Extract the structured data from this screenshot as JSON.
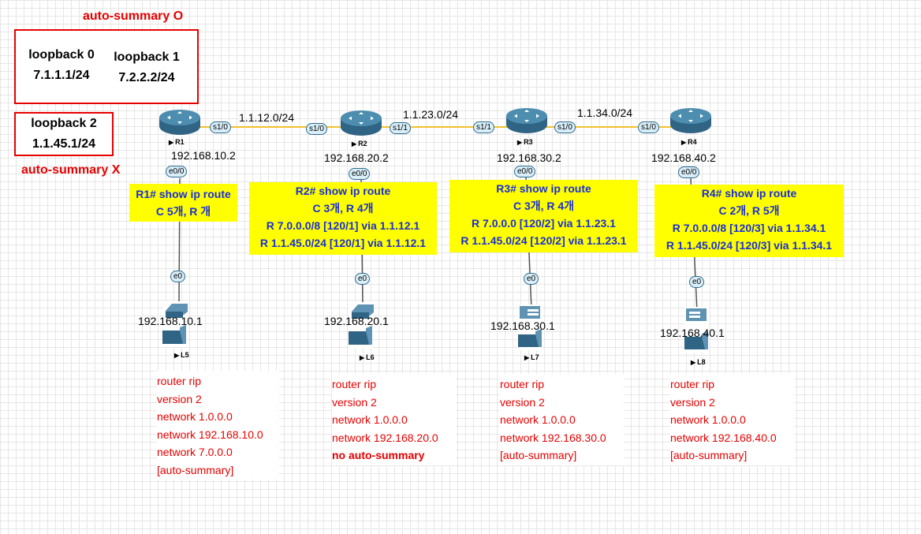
{
  "auto_summary_on": "auto-summary O",
  "auto_summary_off": "auto-summary X",
  "loopbacks": [
    {
      "name": "loopback 0",
      "ip": "7.1.1.1/24"
    },
    {
      "name": "loopback 1",
      "ip": "7.2.2.2/24"
    },
    {
      "name": "loopback 2",
      "ip": "1.1.45.1/24"
    }
  ],
  "links": [
    {
      "subnet": "1.1.12.0/24",
      "left_if": "s1/0",
      "right_if": "s1/0"
    },
    {
      "subnet": "1.1.23.0/24",
      "left_if": "s1/1",
      "right_if": "s1/1"
    },
    {
      "subnet": "1.1.34.0/24",
      "left_if": "s1/0",
      "right_if": "s1/0"
    }
  ],
  "routers": [
    {
      "name": "R1",
      "lan_ip": "192.168.10.2",
      "lan_if": "e0/0"
    },
    {
      "name": "R2",
      "lan_ip": "192.168.20.2",
      "lan_if": "e0/0"
    },
    {
      "name": "R3",
      "lan_ip": "192.168.30.2",
      "lan_if": "e0/0"
    },
    {
      "name": "R4",
      "lan_ip": "192.168.40.2",
      "lan_if": "e0/0"
    }
  ],
  "route_tables": [
    {
      "title": "R1# show ip route",
      "lines": [
        "C 5개, R 개"
      ]
    },
    {
      "title": "R2# show ip route",
      "lines": [
        "C 3개, R 4개",
        "R 7.0.0.0/8 [120/1] via 1.1.12.1",
        "R 1.1.45.0/24 [120/1] via 1.1.12.1"
      ]
    },
    {
      "title": "R3# show ip route",
      "lines": [
        "C 3개, R 4개",
        "R 7.0.0.0 [120/2] via 1.1.23.1",
        "R 1.1.45.0/24 [120/2] via 1.1.23.1"
      ]
    },
    {
      "title": "R4# show ip route",
      "lines": [
        "C 2개, R 5개",
        "R 7.0.0.0/8 [120/3] via 1.1.34.1",
        "R 1.1.45.0/24 [120/3] via 1.1.34.1"
      ]
    }
  ],
  "hosts": [
    {
      "name": "L5",
      "ip": "192.168.10.1",
      "if": "e0"
    },
    {
      "name": "L6",
      "ip": "192.168.20.1",
      "if": "e0"
    },
    {
      "name": "L7",
      "ip": "192.168.30.1",
      "if": "e0"
    },
    {
      "name": "L8",
      "ip": "192.168.40.1",
      "if": "e0"
    }
  ],
  "configs": [
    [
      "router rip",
      "version 2",
      "network 1.0.0.0",
      "network 192.168.10.0",
      "network 7.0.0.0",
      "[auto-summary]"
    ],
    [
      "router rip",
      "version 2",
      "network 1.0.0.0",
      "network 192.168.20.0",
      "no auto-summary"
    ],
    [
      "router rip",
      "version 2",
      "network 1.0.0.0",
      "network 192.168.30.0",
      "[auto-summary]"
    ],
    [
      "router rip",
      "version 2",
      "network 1.0.0.0",
      "network 192.168.40.0",
      "[auto-summary]"
    ]
  ],
  "colors": {
    "annotation_red": "#e60000",
    "route_text_blue": "#1a2fd6",
    "highlight_yellow": "#ffff00",
    "serial_link": "#f2c12e",
    "device_blue": "#3d7a9e"
  }
}
